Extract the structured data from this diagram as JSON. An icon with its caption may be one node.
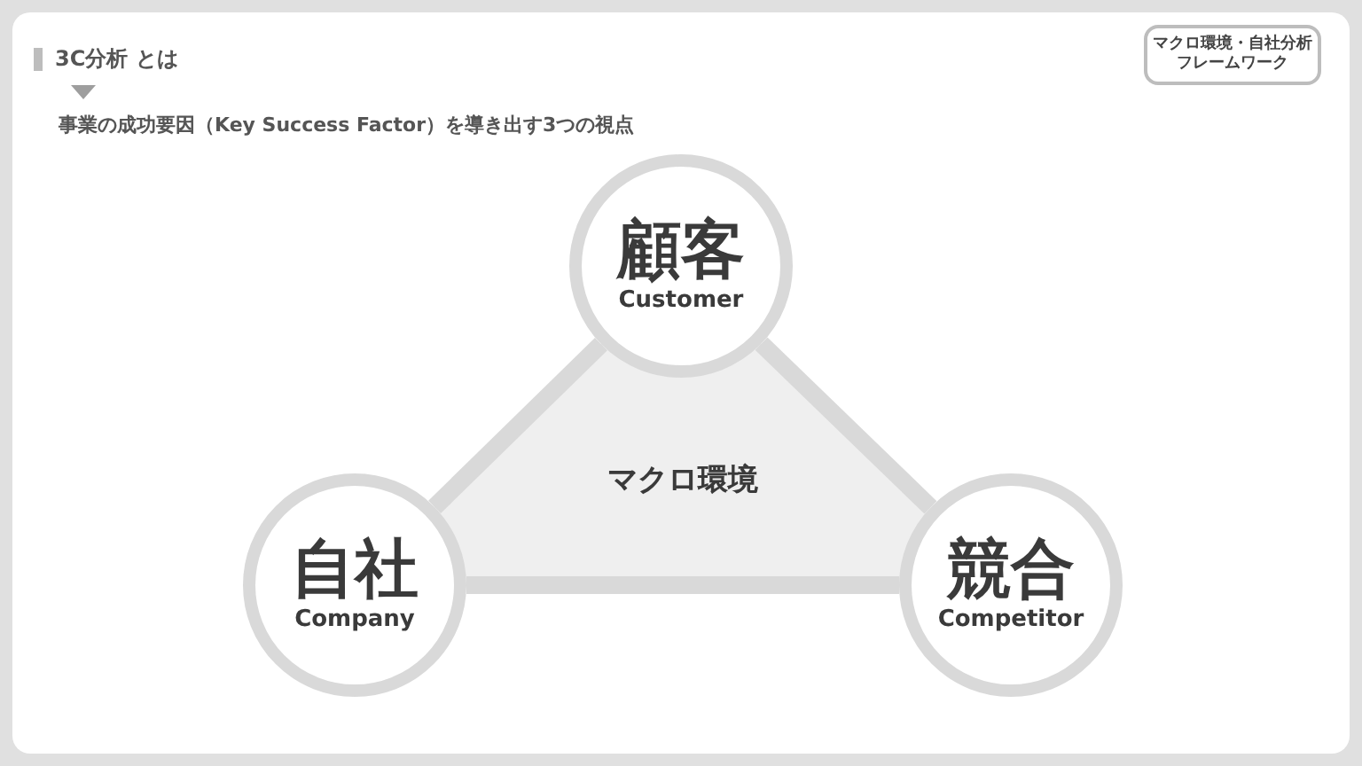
{
  "diagram": {
    "title": "3C分析 とは",
    "nodes": [
      {
        "text": [
          "顧客",
          "Customer"
        ]
      },
      {
        "text": [
          "マクロ環境"
        ]
      },
      {
        "text": [
          "自社",
          "Company"
        ]
      },
      {
        "text": [
          "競合",
          "Competitor"
        ]
      }
    ],
    "edges": [
      {
        "from": 0,
        "to": 2,
        "arrow": "none"
      },
      {
        "from": 0,
        "to": 3,
        "arrow": "none"
      },
      {
        "from": 2,
        "to": 3,
        "arrow": "none"
      }
    ],
    "labels": [
      "事業の成功要因（Key Success Factor）を導き出す3つの視点",
      "マクロ環境・自社分析",
      "フレームワーク"
    ]
  }
}
